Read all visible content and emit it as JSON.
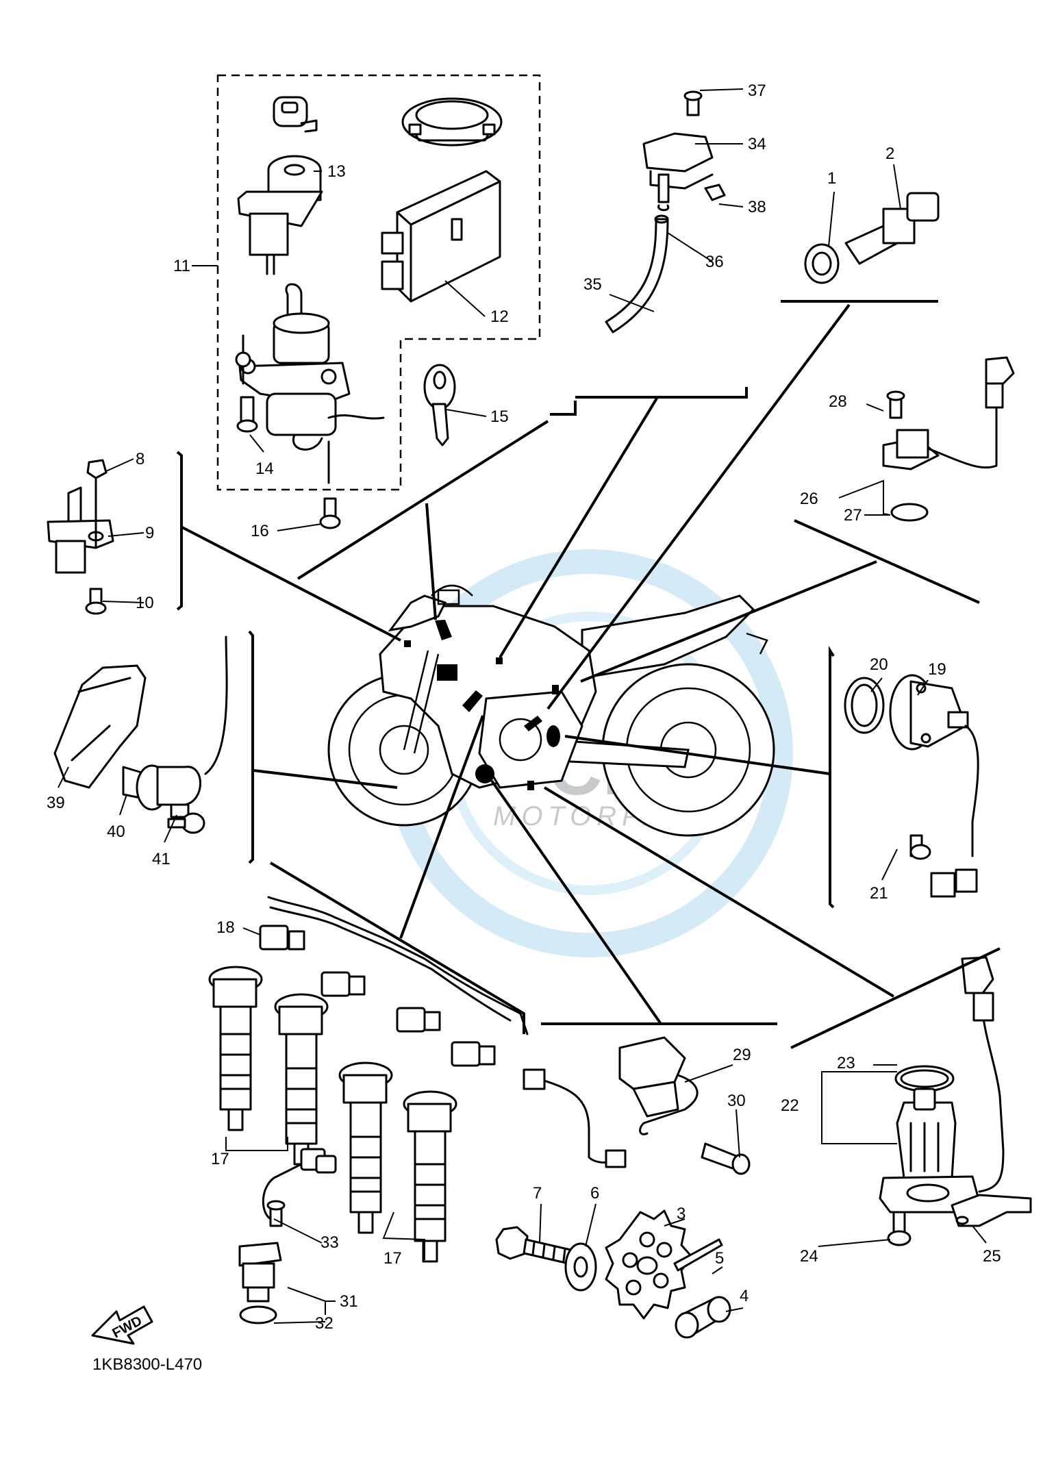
{
  "diagram": {
    "part_code": "1KB8300-L470",
    "fwd_label": "FWD",
    "watermark": {
      "brand": "CMS",
      "sub": "MOTORPARTS"
    },
    "callouts": {
      "c1": "1",
      "c2": "2",
      "c3": "3",
      "c4": "4",
      "c5": "5",
      "c6": "6",
      "c7": "7",
      "c8": "8",
      "c9": "9",
      "c10": "10",
      "c11": "11",
      "c12": "12",
      "c13": "13",
      "c14": "14",
      "c15": "15",
      "c16": "16",
      "c17a": "17",
      "c17b": "17",
      "c18": "18",
      "c19": "19",
      "c20": "20",
      "c21": "21",
      "c22": "22",
      "c23": "23",
      "c24": "24",
      "c25": "25",
      "c26": "26",
      "c27": "27",
      "c28": "28",
      "c29": "29",
      "c30": "30",
      "c31": "31",
      "c32": "32",
      "c33": "33",
      "c34": "34",
      "c35": "35",
      "c36": "36",
      "c37": "37",
      "c38": "38",
      "c39": "39",
      "c40": "40",
      "c41": "41"
    }
  }
}
